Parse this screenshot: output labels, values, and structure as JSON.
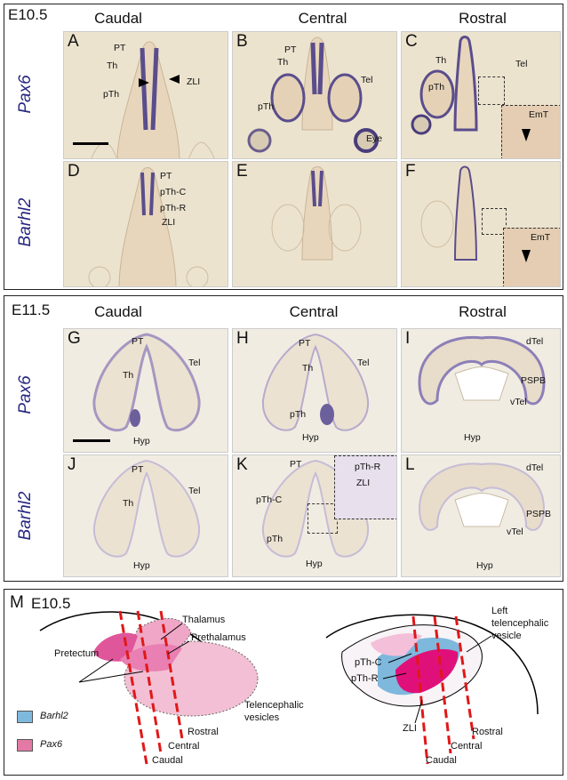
{
  "sectionA": {
    "stage": "E10.5",
    "columns": [
      "Caudal",
      "Central",
      "Rostral"
    ],
    "genes": [
      "Pax6",
      "Barhl2"
    ],
    "panels": [
      "A",
      "B",
      "C",
      "D",
      "E",
      "F"
    ],
    "labels": {
      "A": [
        "PT",
        "Th",
        "pTh",
        "ZLI"
      ],
      "B": [
        "PT",
        "Th",
        "Tel",
        "pTh",
        "Eye"
      ],
      "C": [
        "Th",
        "Tel",
        "pTh",
        "EmT"
      ],
      "D": [
        "PT",
        "pTh-C",
        "pTh-R",
        "ZLI"
      ],
      "F": [
        "EmT"
      ]
    }
  },
  "sectionB": {
    "stage": "E11.5",
    "columns": [
      "Caudal",
      "Central",
      "Rostral"
    ],
    "genes": [
      "Pax6",
      "Barhl2"
    ],
    "panels": [
      "G",
      "H",
      "I",
      "J",
      "K",
      "L"
    ],
    "labels": {
      "G": [
        "PT",
        "Tel",
        "Th",
        "Hyp"
      ],
      "H": [
        "PT",
        "Th",
        "Tel",
        "pTh",
        "Hyp"
      ],
      "I": [
        "dTel",
        "PSPB",
        "vTel",
        "Hyp"
      ],
      "J": [
        "PT",
        "Th",
        "Tel",
        "Hyp"
      ],
      "K": [
        "PT",
        "pTh-R",
        "ZLI",
        "pTh-C",
        "pTh",
        "Hyp"
      ],
      "L": [
        "dTel",
        "PSPB",
        "vTel",
        "Hyp"
      ]
    }
  },
  "sectionM": {
    "letter": "M",
    "stage": "E10.5",
    "left_labels": [
      "Thalamus",
      "Prethalamus",
      "Pretectum",
      "Telencephalic",
      "vesicles",
      "Rostral",
      "Central",
      "Caudal"
    ],
    "right_labels": [
      "Left",
      "telencephalic",
      "vesicle",
      "pTh-C",
      "pTh-R",
      "ZLI",
      "Rostral",
      "Central",
      "Caudal"
    ],
    "legend": [
      {
        "name": "Barhl2",
        "color": "#7fb8dd"
      },
      {
        "name": "Pax6",
        "color": "#e37aa6"
      }
    ]
  },
  "colors": {
    "tissue": "#f1e7d4",
    "stain": "#4d3f80",
    "pax6_pink": "#e0569a",
    "barhl2_blue": "#6fb2dc",
    "dash_red": "#e01818"
  }
}
